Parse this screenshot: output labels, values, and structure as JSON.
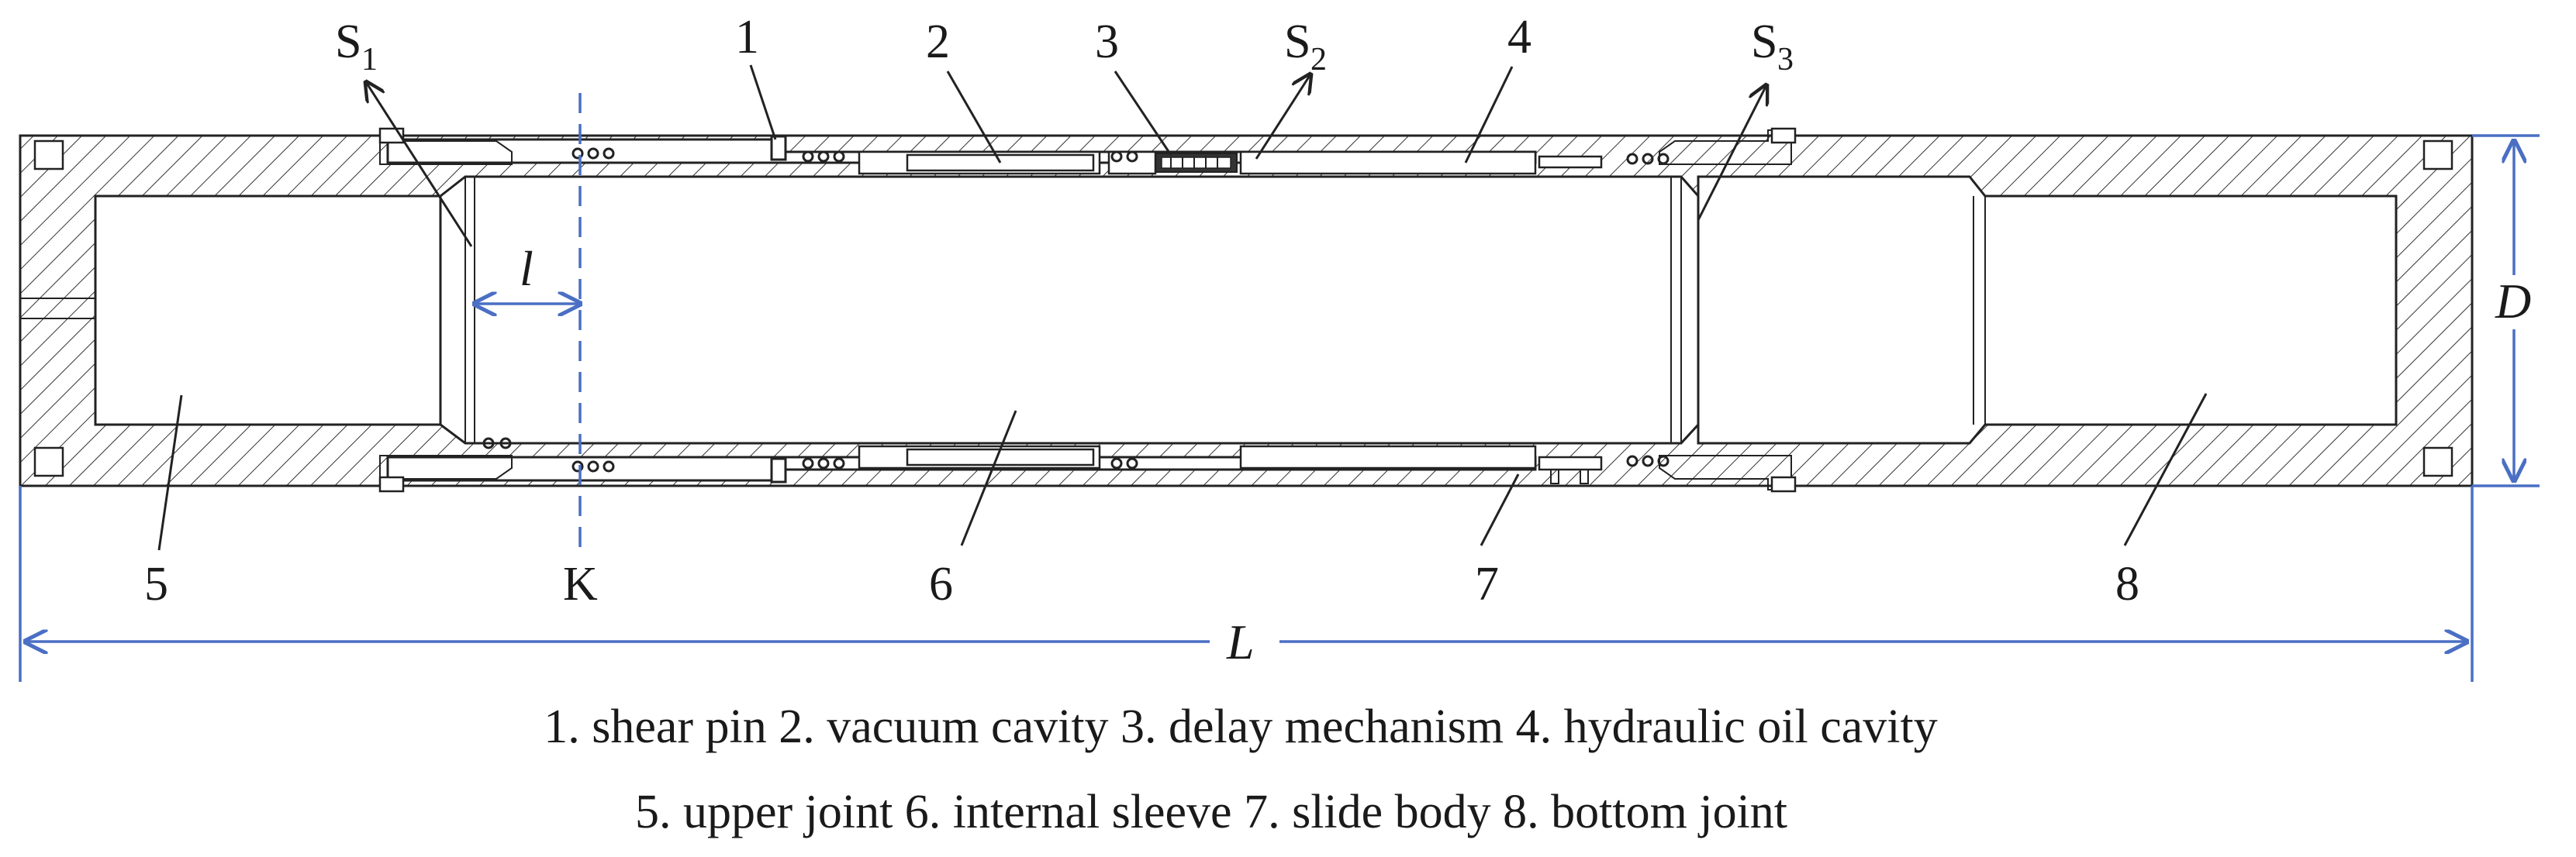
{
  "labels": {
    "s1_main": "S",
    "s1_sub": "1",
    "s2_main": "S",
    "s2_sub": "2",
    "s3_main": "S",
    "s3_sub": "3",
    "n1": "1",
    "n2": "2",
    "n3": "3",
    "n4": "4",
    "n5": "5",
    "n6": "6",
    "n7": "7",
    "n8": "8",
    "k": "K",
    "l": "l",
    "d": "D",
    "big_l": "L"
  },
  "legend": {
    "line1": "1. shear pin  2. vacuum cavity  3. delay mechanism  4. hydraulic oil cavity",
    "line2": "5. upper joint 6. internal sleeve  7. slide body  8. bottom joint"
  },
  "colors": {
    "dimension_lines": "#4a6fc4",
    "drawing_lines": "#222222",
    "background": "#ffffff"
  }
}
